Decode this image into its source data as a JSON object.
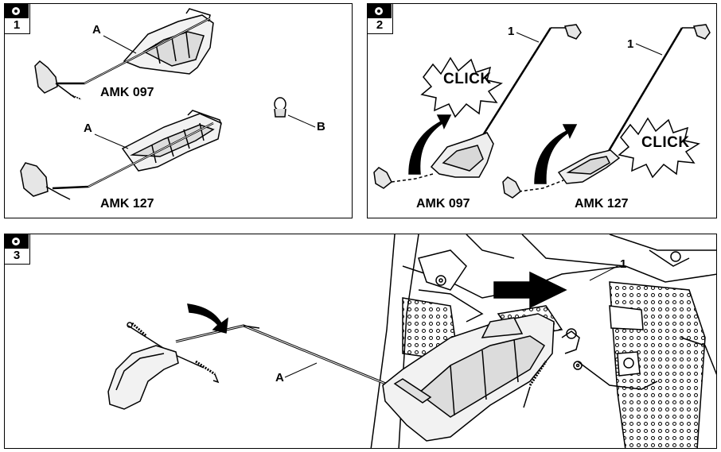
{
  "panels": [
    {
      "number": "1",
      "models": [
        "AMK 097",
        "AMK 127"
      ],
      "callouts": [
        "A",
        "A",
        "B"
      ]
    },
    {
      "number": "2",
      "models": [
        "AMK 097",
        "AMK 127"
      ],
      "callouts": [
        "1",
        "1"
      ],
      "click": [
        "CLICK",
        "CLICK"
      ]
    },
    {
      "number": "3",
      "callouts": [
        "1",
        "A"
      ]
    }
  ],
  "icons": [
    "camera-icon"
  ]
}
